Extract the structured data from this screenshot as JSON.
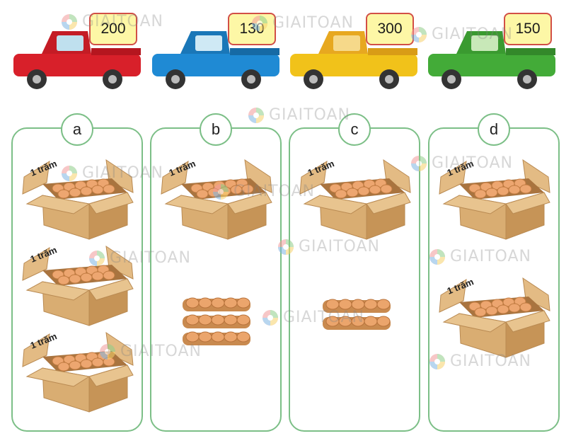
{
  "trucks": [
    {
      "value": "200",
      "color": "#d8202a"
    },
    {
      "value": "130",
      "color": "#1f8ad4"
    },
    {
      "value": "300",
      "color": "#f1c21a"
    },
    {
      "value": "150",
      "color": "#43ab38"
    }
  ],
  "panels": [
    {
      "letter": "a",
      "boxes": 3,
      "trays": 0
    },
    {
      "letter": "b",
      "boxes": 1,
      "trays": 3
    },
    {
      "letter": "c",
      "boxes": 1,
      "trays": 2
    },
    {
      "letter": "d",
      "boxes": 2,
      "trays": 0
    }
  ],
  "box_label": "1 trăm",
  "watermark": "GIAITOAN",
  "colors": {
    "panel_border": "#7cbf87",
    "tag_fill": "#fdf7a6",
    "tag_border": "#d24f46",
    "carton": "#d9ad72"
  }
}
